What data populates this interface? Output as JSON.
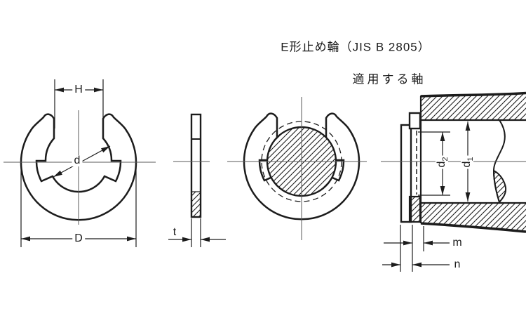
{
  "title": "E形止め輪（JIS B 2805）",
  "subtitle": "適用する軸",
  "labels": {
    "opening_width": "H",
    "outer_diameter": "D",
    "inner_diameter": "d",
    "thickness": "t",
    "shaft_diameter": {
      "base": "d",
      "sub": "1"
    },
    "groove_diameter": {
      "base": "d",
      "sub": "2"
    },
    "groove_width": "m",
    "groove_position": "n"
  },
  "colors": {
    "line": "#1c1c1c",
    "centerline": "#5a5a5a",
    "background": "#ffffff"
  }
}
